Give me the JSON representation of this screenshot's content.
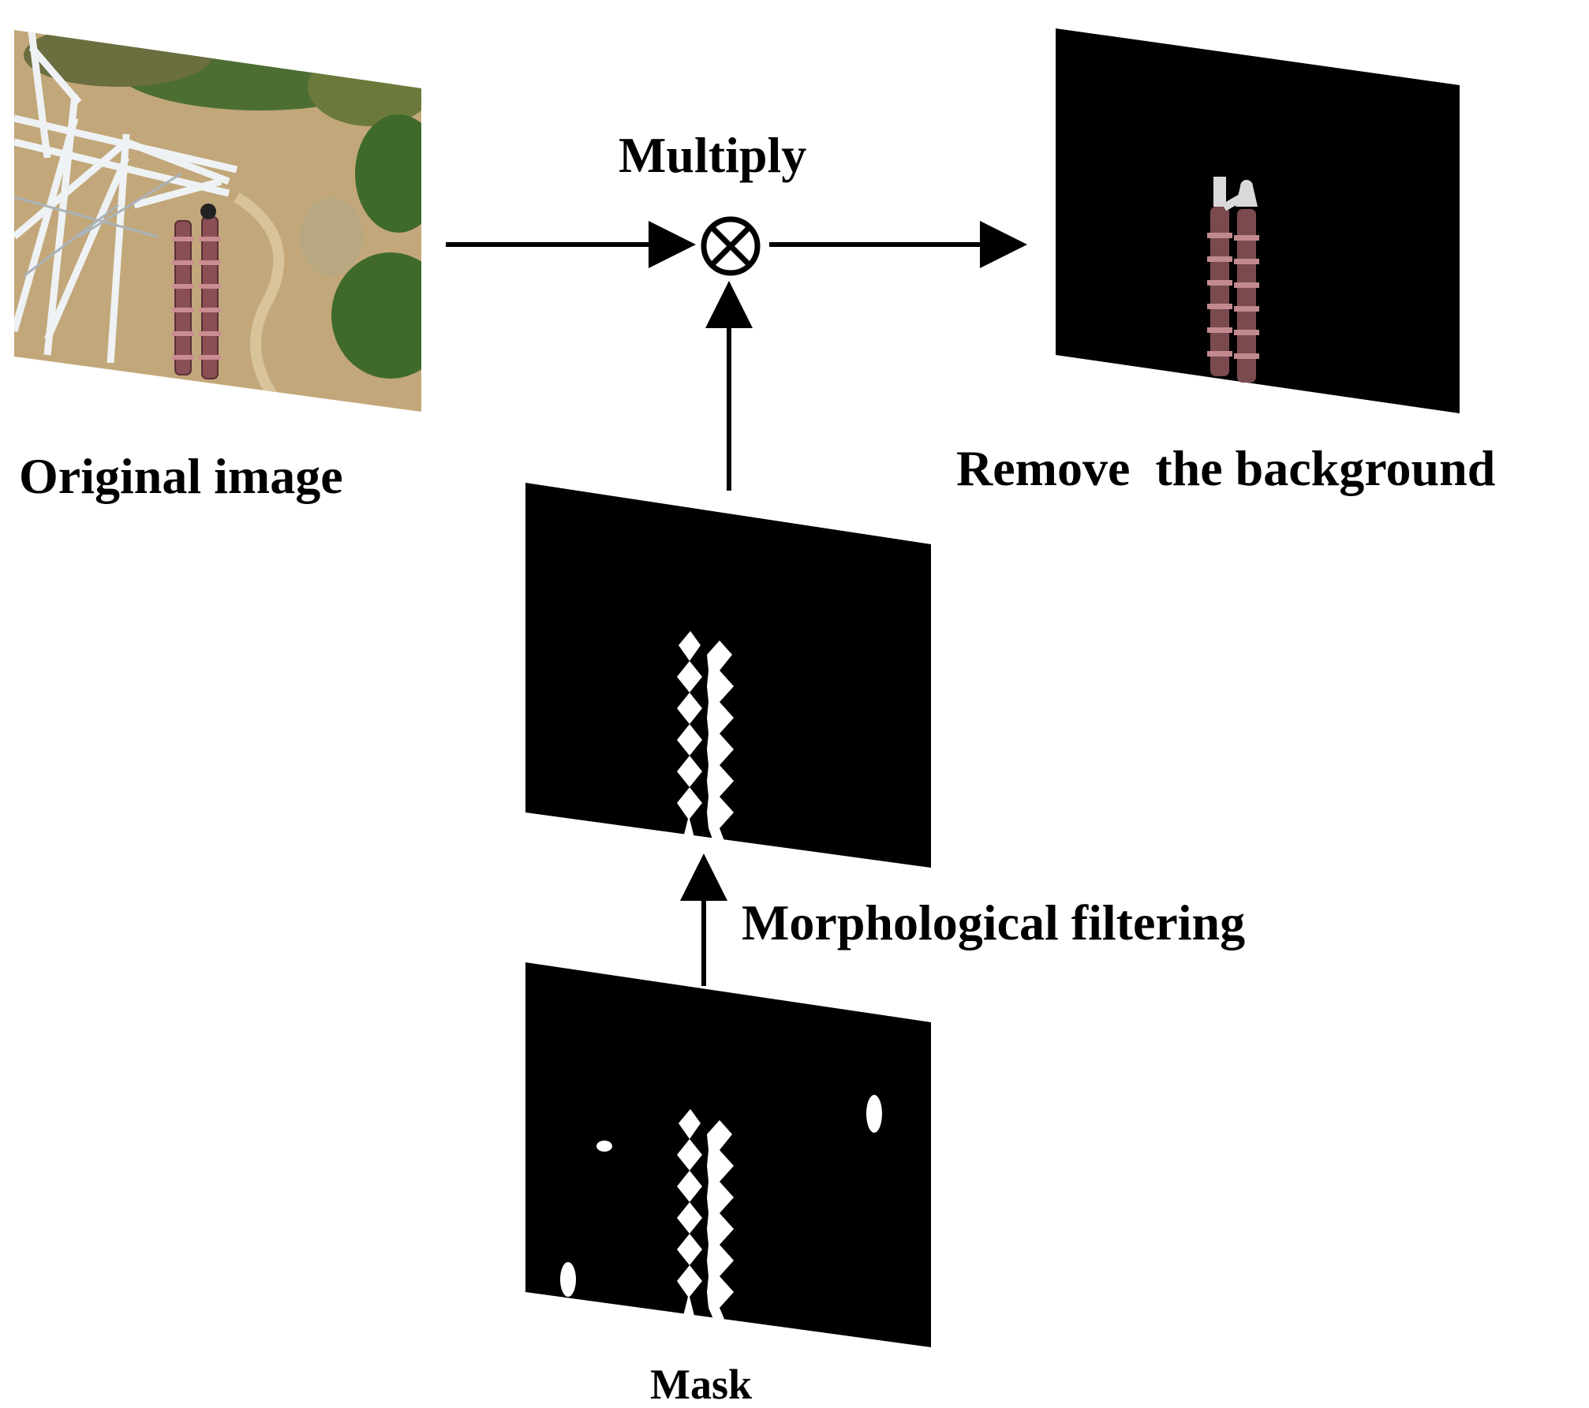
{
  "labels": {
    "original": "Original image",
    "multiply": "Multiply",
    "remove": "Remove  the background",
    "morph": "Morphological filtering",
    "mask": "Mask"
  },
  "colors": {
    "background": "#ffffff",
    "panel": "#000000",
    "mask_fg": "#ffffff",
    "arrow": "#000000",
    "ground": "#c2a77a",
    "vegetation": "#3f6a2c",
    "tower_steel": "#e8ecef",
    "insulator": "#8a4e55"
  },
  "operator_symbol": "circle-times"
}
